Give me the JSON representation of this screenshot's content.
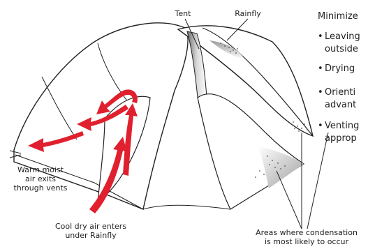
{
  "labels": {
    "tent": "Tent",
    "rainfly": "Rainfly",
    "warm_air": [
      "Warm moist",
      "air exits",
      "through vents"
    ],
    "cool_air": [
      "Cool dry air enters",
      "under Rainfly"
    ],
    "condensation": [
      "Areas where condensation",
      "is most likely to occur"
    ]
  },
  "sidebar": {
    "heading": "Minimize",
    "bullets": [
      {
        "line1": "Leaving",
        "line2": "outside"
      },
      {
        "line1": "Drying",
        "line2": ""
      },
      {
        "line1": "Orienti",
        "line2": "advant"
      },
      {
        "line1": "Venting",
        "line2": "approp"
      }
    ]
  },
  "colors": {
    "arrow": "#e0202e",
    "outline": "#222222",
    "shade": "#888888"
  }
}
